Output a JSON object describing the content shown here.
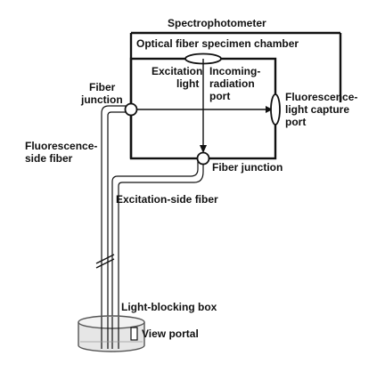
{
  "labels": {
    "spectrophotometer": "Spectrophotometer",
    "chamber": "Optical fiber specimen chamber",
    "excitation_light": [
      "Excitation",
      "light"
    ],
    "incoming_port": [
      "Incoming-",
      "radiation",
      "port"
    ],
    "fiber_junction_left": [
      "Fiber",
      "junction"
    ],
    "fiber_junction_bottom": "Fiber junction",
    "fluorescence_capture": [
      "Fluorescence-",
      "light capture",
      "port"
    ],
    "fluorescence_side_fiber": [
      "Fluorescence-",
      "side fiber"
    ],
    "excitation_side_fiber": "Excitation-side fiber",
    "light_blocking_box": "Light-blocking box",
    "view_portal": "View portal"
  },
  "colors": {
    "line": "#111111",
    "beaker_fill": "#e6e6e6",
    "beaker_stroke": "#555555",
    "background": "#ffffff"
  }
}
